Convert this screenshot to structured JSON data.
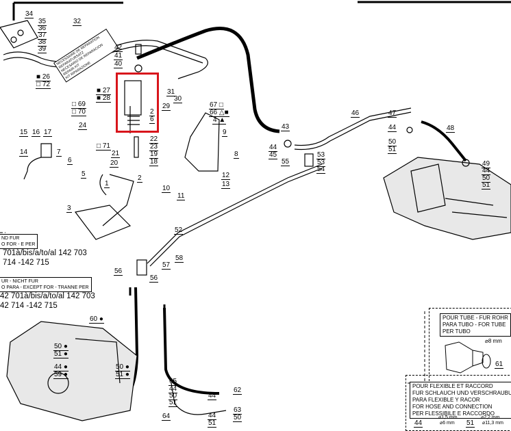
{
  "callouts": {
    "c34": "34",
    "c35": "35",
    "c36": "36",
    "c37": "37",
    "c38": "38",
    "c39": "39",
    "c32": "32",
    "c42": "42",
    "c41": "41",
    "c40": "40",
    "c26": "■ 26",
    "c72": "□ 72",
    "c27": "■ 27",
    "c28": "■ 28",
    "c31": "31",
    "c30": "30",
    "c29": "29",
    "c69": "□ 69",
    "c70": "□ 70",
    "c2a": "2",
    "c6a": "6",
    "c67": "67 □",
    "c66": "66 △■",
    "c4": "4 ▲",
    "c24": "24",
    "c15": "15",
    "c16": "16",
    "c17": "17",
    "c14": "14",
    "c7": "7",
    "c71": "□ 71",
    "c22": "22",
    "c23": "23",
    "c19": "19",
    "c18": "18",
    "c9": "9",
    "c8": "8",
    "c6b": "6",
    "c21": "21",
    "c20": "20",
    "c1": "1",
    "c5": "5",
    "c2b": "2",
    "c12": "12",
    "c13": "13",
    "c10": "10",
    "c11": "11",
    "c3": "3",
    "c43": "43",
    "c44a": "44",
    "c45": "45",
    "c55": "55",
    "c53a": "53",
    "c53b": "53",
    "c54": "54",
    "c46": "46",
    "c47": "47",
    "c44b": "44",
    "c50a": "50",
    "c51a": "51",
    "c48": "48",
    "c49": "49",
    "c44c": "44",
    "c50b": "50",
    "c51b": "51",
    "c52": "52",
    "c58": "58",
    "c57": "57",
    "c56a": "56",
    "c56b": "56",
    "c60": "60 ●",
    "c50c": "50 ●",
    "c51c": "51 ●",
    "c44d": "44 ●",
    "c59": "59 ●",
    "c50d": "50 ●",
    "c51d": "51 ●",
    "c65": "65",
    "c44e": "44",
    "c50e": "50",
    "c51e": "51",
    "c62": "62",
    "c63": "63",
    "c64": "64",
    "c44f": "44",
    "c44g": "44",
    "c50f": "50",
    "c51f": "51",
    "c61": "61",
    "c44h": "44",
    "c51g": "51"
  },
  "repair_kit": [
    "NECESSAIRE DE REPARATION",
    "REPARATURSATZ",
    "NECESARIO DE REPARACION",
    "REPAIR KIT",
    "KIT RIPARAZIONE"
  ],
  "notes": {
    "for_box": [
      "ND FUR",
      "O FOR - E PER"
    ],
    "for_serial_1": "701à/bis/a/to/al 142 703",
    "for_serial_2": "714 -142 715",
    "except_box": [
      "UR - NICHT FUR",
      "O PARA - EXCEPT FOR - TRANNE PER"
    ],
    "except_serial_1": "42 701à/bis/a/to/al 142 703",
    "except_serial_2": "42 714 -142 715"
  },
  "tube_box": {
    "lines": [
      "POUR TUBE - FUR ROHR",
      "PARA TUBO - FOR TUBE",
      "PER TUBO"
    ],
    "dim": "⌀8 mm"
  },
  "hose_box": {
    "lines": [
      "POUR FLEXIBLE ET RACCORD",
      "FUR SCHLAUCH UND VERSCHRAUBU",
      "PARA FLEXIBLE Y RACOR",
      "FOR HOSE AND CONNECTION",
      "PER FLESSIBILE E RACCORDO"
    ],
    "dims": [
      "⌀1,5 mm",
      "⌀6 mm",
      "⌀2,2 mm",
      "⌀11,3 mm"
    ]
  },
  "colors": {
    "highlight": "#d8151b"
  }
}
